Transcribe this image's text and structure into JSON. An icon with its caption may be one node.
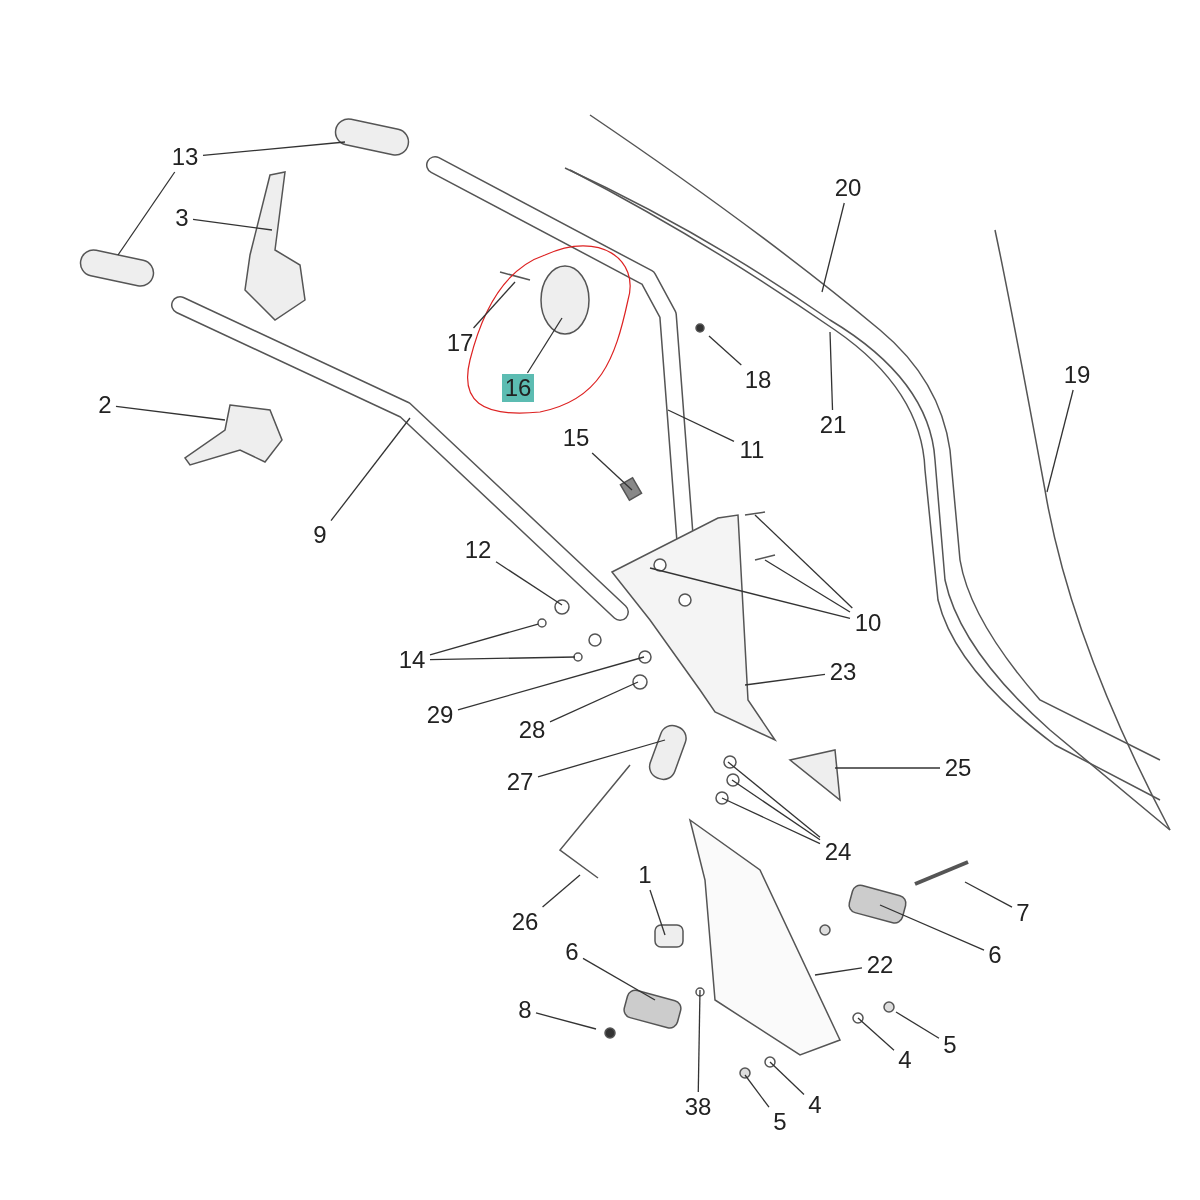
{
  "diagram": {
    "nodes": [
      {
        "text": [
          "13"
        ]
      },
      {
        "text": [
          "20"
        ]
      },
      {
        "text": [
          "3"
        ]
      },
      {
        "text": [
          "17"
        ]
      },
      {
        "text": [
          "19"
        ]
      },
      {
        "text": [
          "18"
        ]
      },
      {
        "text": [
          "16"
        ]
      },
      {
        "text": [
          "2"
        ]
      },
      {
        "text": [
          "21"
        ]
      },
      {
        "text": [
          "15"
        ]
      },
      {
        "text": [
          "11"
        ]
      },
      {
        "text": [
          "9"
        ]
      },
      {
        "text": [
          "12"
        ]
      },
      {
        "text": [
          "10"
        ]
      },
      {
        "text": [
          "14"
        ]
      },
      {
        "text": [
          "23"
        ]
      },
      {
        "text": [
          "29"
        ]
      },
      {
        "text": [
          "28"
        ]
      },
      {
        "text": [
          "25"
        ]
      },
      {
        "text": [
          "27"
        ]
      },
      {
        "text": [
          "24"
        ]
      },
      {
        "text": [
          "1"
        ]
      },
      {
        "text": [
          "7"
        ]
      },
      {
        "text": [
          "26"
        ]
      },
      {
        "text": [
          "6"
        ]
      },
      {
        "text": [
          "6"
        ]
      },
      {
        "text": [
          "22"
        ]
      },
      {
        "text": [
          "8"
        ]
      },
      {
        "text": [
          "5"
        ]
      },
      {
        "text": [
          "4"
        ]
      },
      {
        "text": [
          "38"
        ]
      },
      {
        "text": [
          "4"
        ]
      },
      {
        "text": [
          "5"
        ]
      }
    ],
    "edges": [
      {
        "from": 0,
        "to": null,
        "arrow": "none"
      },
      {
        "from": 0,
        "to": null,
        "arrow": "none"
      },
      {
        "from": 1,
        "to": null,
        "arrow": "none"
      },
      {
        "from": 2,
        "to": null,
        "arrow": "none"
      },
      {
        "from": 3,
        "to": null,
        "arrow": "none"
      },
      {
        "from": 4,
        "to": null,
        "arrow": "none"
      },
      {
        "from": 5,
        "to": null,
        "arrow": "none"
      },
      {
        "from": 6,
        "to": null,
        "arrow": "none"
      },
      {
        "from": 7,
        "to": null,
        "arrow": "none"
      },
      {
        "from": 8,
        "to": null,
        "arrow": "none"
      },
      {
        "from": 9,
        "to": null,
        "arrow": "none"
      },
      {
        "from": 10,
        "to": null,
        "arrow": "none"
      },
      {
        "from": 11,
        "to": null,
        "arrow": "none"
      },
      {
        "from": 12,
        "to": null,
        "arrow": "none"
      },
      {
        "from": 13,
        "to": null,
        "arrow": "none"
      },
      {
        "from": 13,
        "to": null,
        "arrow": "none"
      },
      {
        "from": 13,
        "to": null,
        "arrow": "none"
      },
      {
        "from": 14,
        "to": null,
        "arrow": "none"
      },
      {
        "from": 14,
        "to": null,
        "arrow": "none"
      },
      {
        "from": 15,
        "to": null,
        "arrow": "none"
      },
      {
        "from": 16,
        "to": null,
        "arrow": "none"
      },
      {
        "from": 17,
        "to": null,
        "arrow": "none"
      },
      {
        "from": 18,
        "to": null,
        "arrow": "none"
      },
      {
        "from": 19,
        "to": null,
        "arrow": "none"
      },
      {
        "from": 20,
        "to": null,
        "arrow": "none"
      },
      {
        "from": 20,
        "to": null,
        "arrow": "none"
      },
      {
        "from": 20,
        "to": null,
        "arrow": "none"
      },
      {
        "from": 21,
        "to": null,
        "arrow": "none"
      },
      {
        "from": 22,
        "to": null,
        "arrow": "none"
      },
      {
        "from": 23,
        "to": null,
        "arrow": "none"
      },
      {
        "from": 24,
        "to": null,
        "arrow": "none"
      },
      {
        "from": 25,
        "to": null,
        "arrow": "none"
      },
      {
        "from": 26,
        "to": null,
        "arrow": "none"
      },
      {
        "from": 27,
        "to": null,
        "arrow": "none"
      },
      {
        "from": 28,
        "to": null,
        "arrow": "none"
      },
      {
        "from": 29,
        "to": null,
        "arrow": "none"
      },
      {
        "from": 30,
        "to": null,
        "arrow": "none"
      },
      {
        "from": 31,
        "to": null,
        "arrow": "none"
      },
      {
        "from": 32,
        "to": null,
        "arrow": "none"
      }
    ]
  }
}
